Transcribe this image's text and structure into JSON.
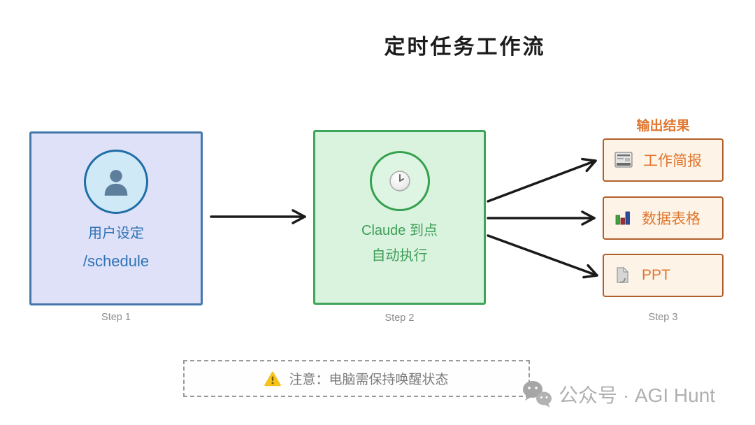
{
  "title": "定时任务工作流",
  "steps": {
    "step1": {
      "title_line1": "用户设定",
      "title_line2": "/schedule",
      "caption": "Step 1",
      "icon": "user-icon"
    },
    "step2": {
      "title_line1": "Claude 到点",
      "title_line2": "自动执行",
      "caption": "Step 2",
      "icon": "clock-icon"
    },
    "step3": {
      "header": "输出结果",
      "caption": "Step 3",
      "outputs": [
        {
          "label": "工作简报",
          "icon": "report-icon"
        },
        {
          "label": "数据表格",
          "icon": "bar-chart-icon"
        },
        {
          "label": "PPT",
          "icon": "document-icon"
        }
      ]
    }
  },
  "notice": {
    "icon": "warning-icon",
    "text": "注意：电脑需保持唤醒状态"
  },
  "watermark": {
    "icon": "wechat-icon",
    "text": "公众号 · AGI Hunt"
  },
  "colors": {
    "step1_fill": "#dee1f8",
    "step1_border": "#4577ad",
    "step1_text": "#2f73b6",
    "step1_circle_fill": "#cfe9f7",
    "step1_circle_border": "#1f6ea6",
    "step2_fill": "#d9f3de",
    "step2_border": "#3da45a",
    "step2_text": "#3f9e57",
    "step3_fill": "#fdf4e7",
    "step3_border": "#b2602b",
    "step3_text": "#e0762e",
    "arrow": "#1a1a1a",
    "caption_text": "#8c8c8c",
    "notice_text": "#7b7b7b",
    "watermark_text": "#b0b0b0"
  }
}
